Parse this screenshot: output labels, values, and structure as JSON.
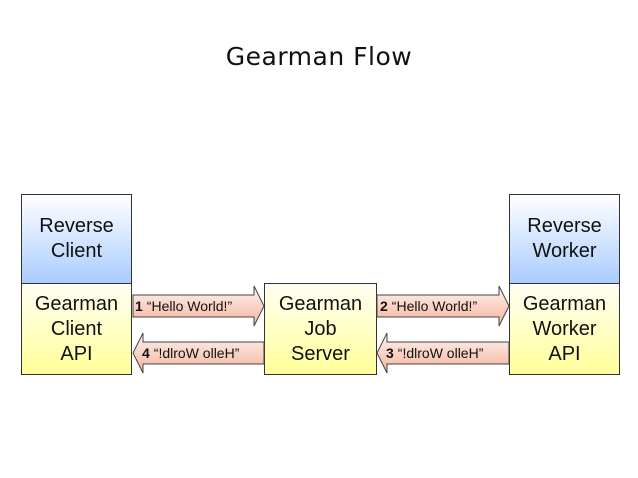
{
  "title": "Gearman Flow",
  "reverse_client": {
    "line1": "Reverse",
    "line2": "Client"
  },
  "client_api": {
    "line1": "Gearman",
    "line2": "Client",
    "line3": "API"
  },
  "job_server": {
    "line1": "Gearman",
    "line2": "Job",
    "line3": "Server"
  },
  "reverse_worker": {
    "line1": "Reverse",
    "line2": "Worker"
  },
  "worker_api": {
    "line1": "Gearman",
    "line2": "Worker",
    "line3": "API"
  },
  "arrows": [
    {
      "num": "1",
      "text": "“Hello World!”",
      "direction": "right"
    },
    {
      "num": "2",
      "text": "“Hello World!”",
      "direction": "right"
    },
    {
      "num": "3",
      "text": "“!dlroW olleH”",
      "direction": "left"
    },
    {
      "num": "4",
      "text": "“!dlroW olleH”",
      "direction": "left"
    }
  ],
  "colors": {
    "arrow_fill_light": "#fff0ec",
    "arrow_fill_dark": "#f6b9a6",
    "box_blue": "#aaccff",
    "box_yellow": "#ffff99"
  }
}
